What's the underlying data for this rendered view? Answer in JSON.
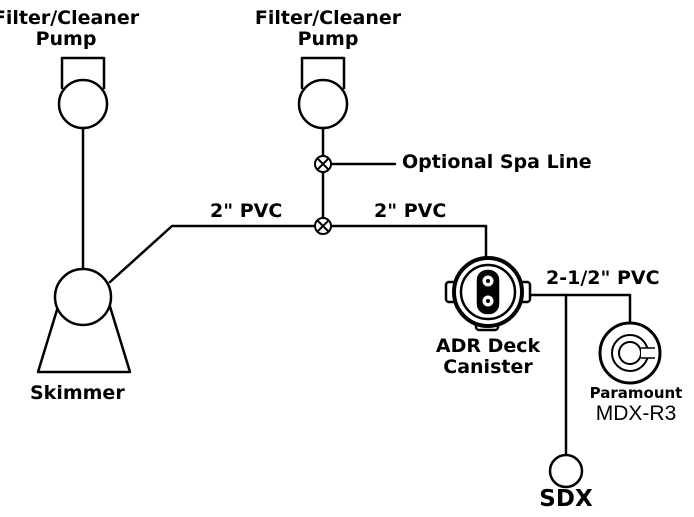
{
  "pumps": [
    {
      "line1": "Filter/Cleaner",
      "line2": "Pump"
    },
    {
      "line1": "Filter/Cleaner",
      "line2": "Pump"
    }
  ],
  "optional_spa_line": "Optional Spa Line",
  "pipe_labels": {
    "left": "2\" PVC",
    "right": "2\" PVC",
    "main": "2-1/2\" PVC"
  },
  "skimmer": "Skimmer",
  "canister": {
    "line1": "ADR Deck",
    "line2": "Canister"
  },
  "paramount": {
    "brand": "Paramount",
    "model": "MDX-R3"
  },
  "sdx": "SDX",
  "colors": {
    "line": "#000000",
    "background": "#ffffff"
  }
}
